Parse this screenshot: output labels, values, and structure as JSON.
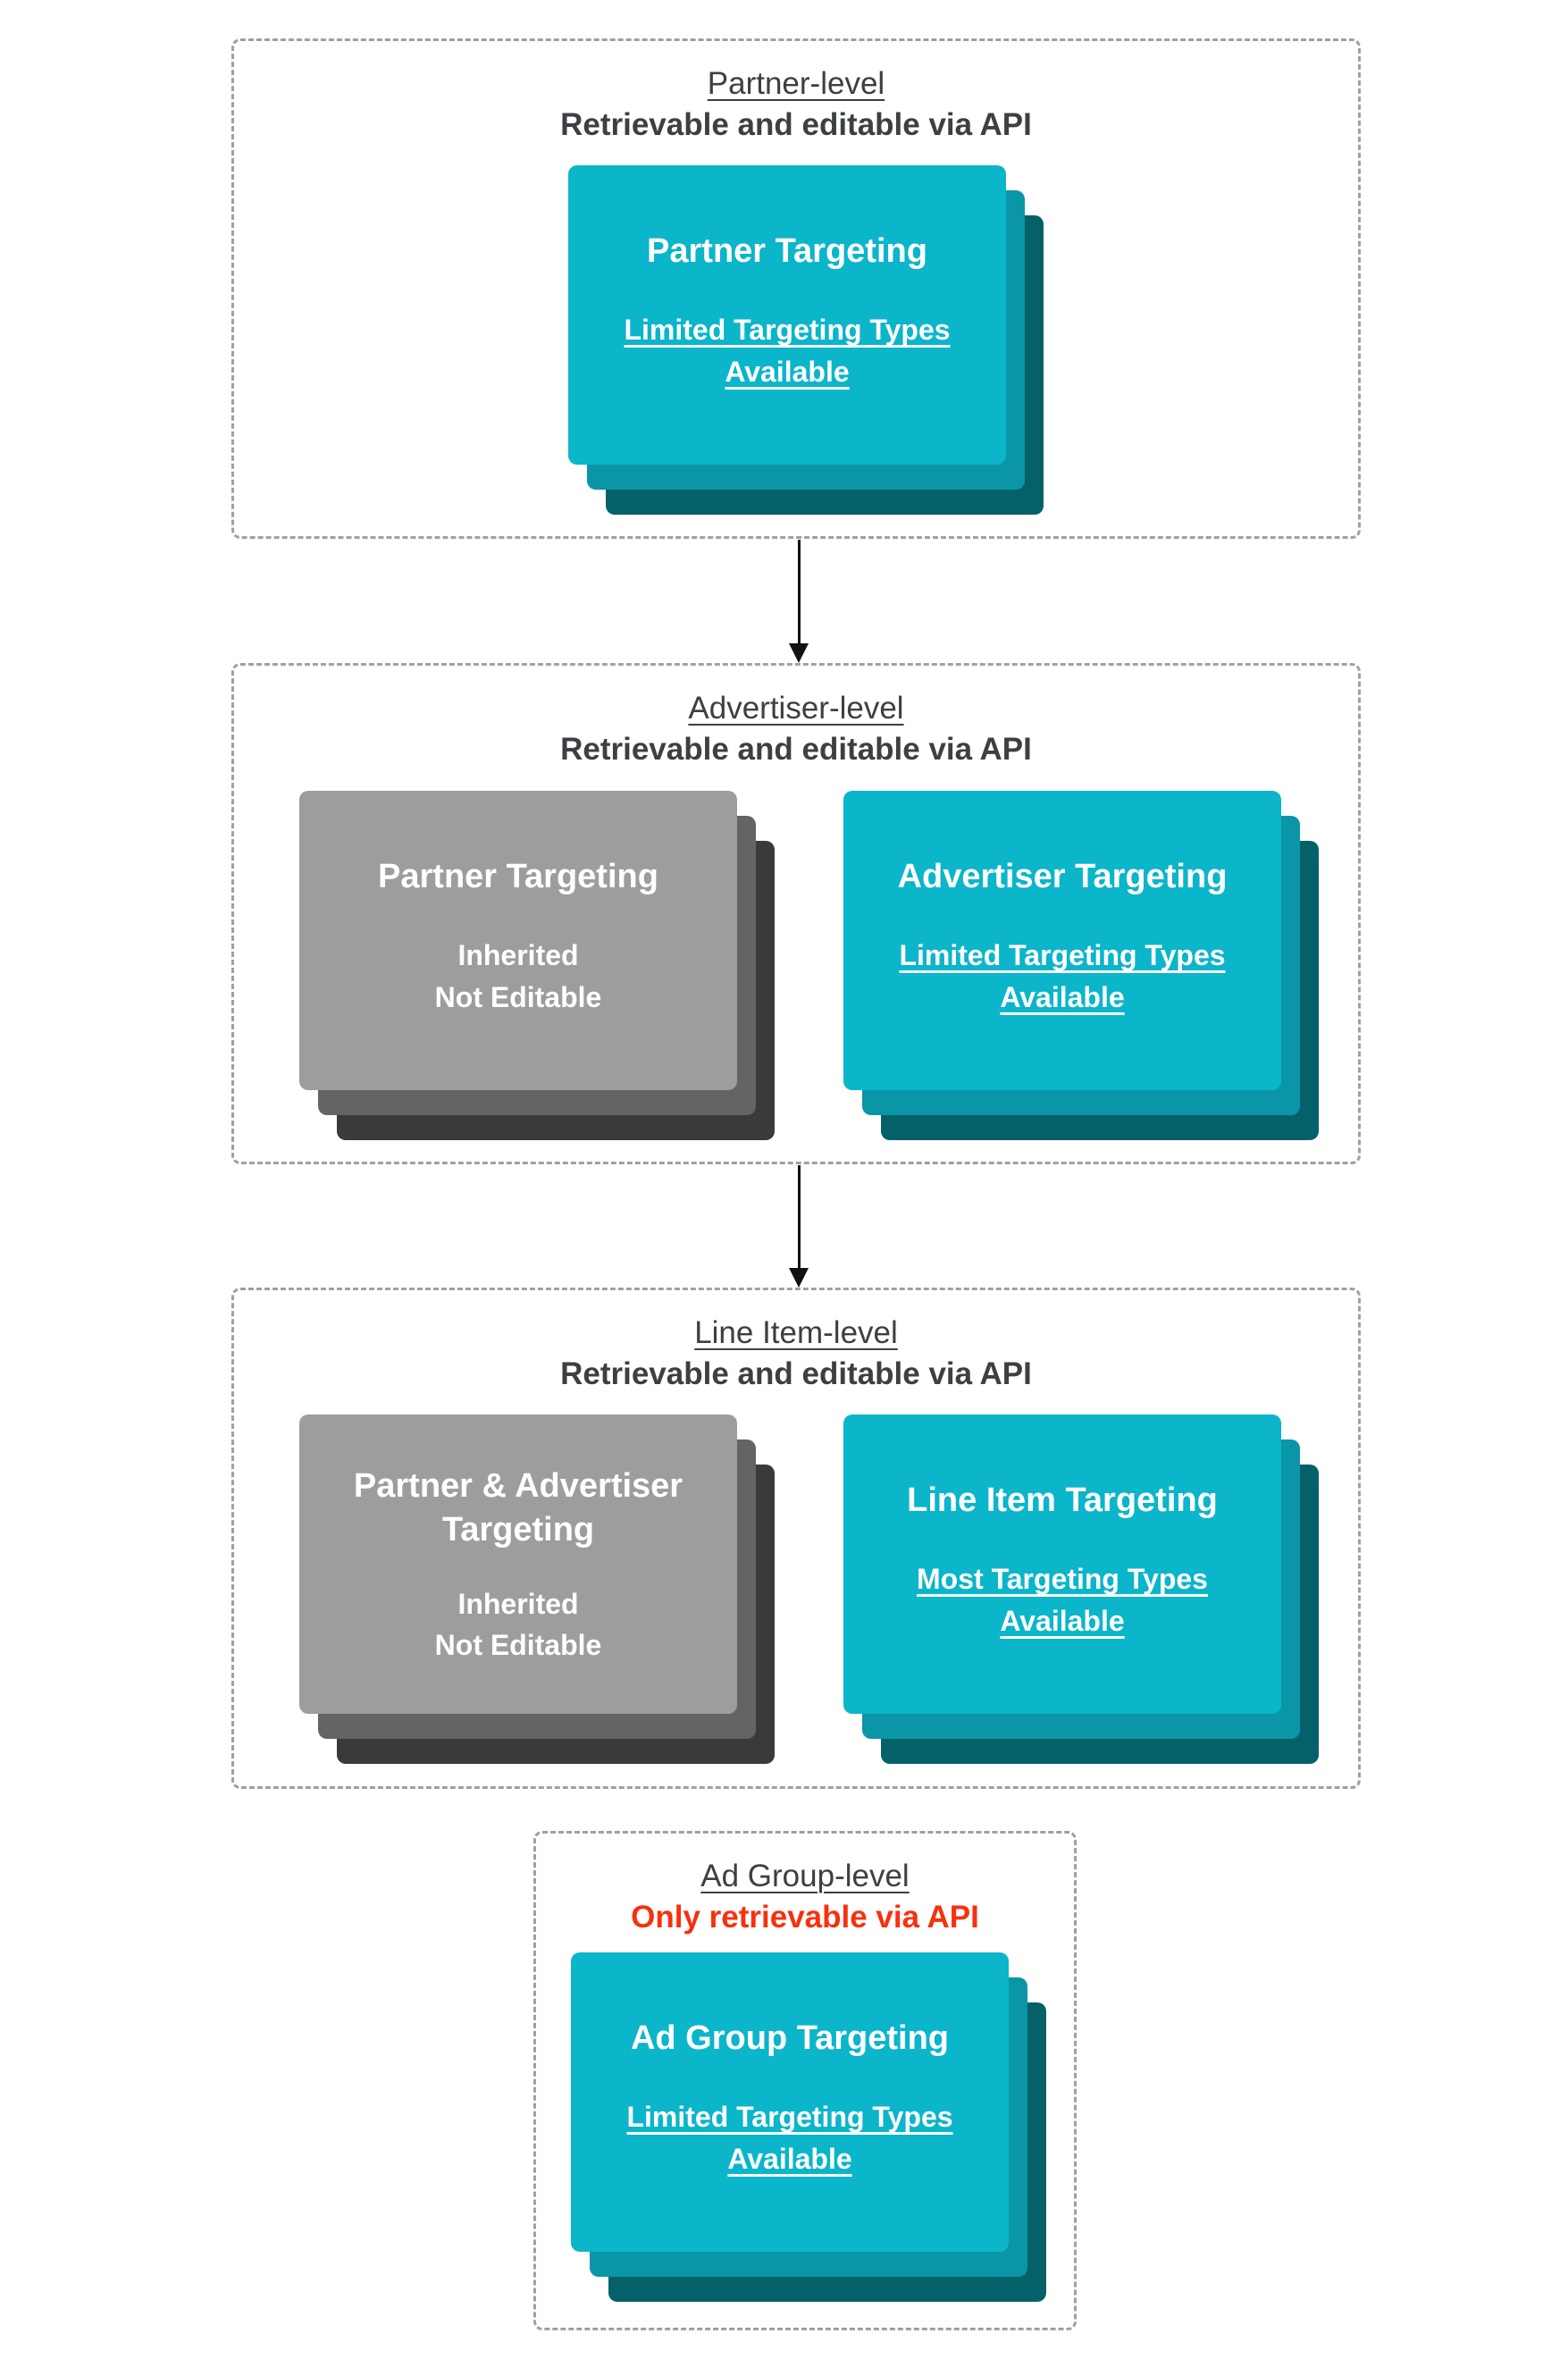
{
  "colors": {
    "teal_card": "#0bb5ca",
    "teal_layer_mid": "#0a96a6",
    "teal_layer_dark": "#046169",
    "gray_card": "#9d9d9d",
    "gray_layer_mid": "#646464",
    "gray_layer_dark": "#3a3a3a",
    "header_text": "#3c4043",
    "alert_text": "#f8300e",
    "card_text": "#ffffff",
    "dashed_border": "#a0a0a0",
    "arrow": "#111111"
  },
  "sections": [
    {
      "title": "Partner-level",
      "subtitle": "Retrievable and editable via API",
      "subtitle_style": "default",
      "cards": [
        {
          "variant": "teal",
          "title_lines": [
            "Partner Targeting"
          ],
          "caption_lines": [
            "Limited Targeting Types",
            "Available"
          ],
          "caption_underlined": true
        }
      ]
    },
    {
      "title": "Advertiser-level",
      "subtitle": "Retrievable and editable via API",
      "subtitle_style": "default",
      "cards": [
        {
          "variant": "gray",
          "title_lines": [
            "Partner Targeting"
          ],
          "caption_lines": [
            "Inherited",
            "Not Editable"
          ],
          "caption_underlined": false
        },
        {
          "variant": "teal",
          "title_lines": [
            "Advertiser Targeting"
          ],
          "caption_lines": [
            "Limited Targeting Types",
            "Available"
          ],
          "caption_underlined": true
        }
      ]
    },
    {
      "title": "Line Item-level",
      "subtitle": "Retrievable and editable via API",
      "subtitle_style": "default",
      "cards": [
        {
          "variant": "gray",
          "title_lines": [
            "Partner & Advertiser",
            "Targeting"
          ],
          "caption_lines": [
            "Inherited",
            "Not Editable"
          ],
          "caption_underlined": false
        },
        {
          "variant": "teal",
          "title_lines": [
            "Line Item Targeting"
          ],
          "caption_lines": [
            "Most Targeting Types",
            "Available"
          ],
          "caption_underlined": true
        }
      ]
    },
    {
      "title": "Ad Group-level",
      "subtitle": "Only retrievable via API",
      "subtitle_style": "alert",
      "cards": [
        {
          "variant": "teal",
          "title_lines": [
            "Ad Group Targeting"
          ],
          "caption_lines": [
            "Limited Targeting Types",
            "Available"
          ],
          "caption_underlined": true
        }
      ]
    }
  ]
}
